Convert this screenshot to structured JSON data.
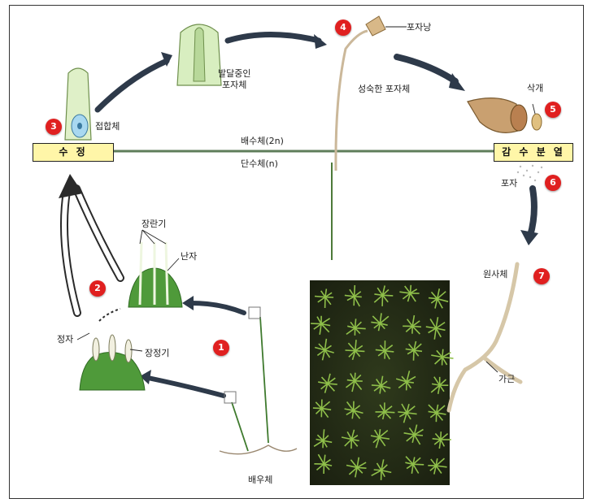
{
  "labels": {
    "fertilization": "수   정",
    "meiosis": "감 수 분 열",
    "diploid": "배수체(2n)",
    "haploid": "단수체(n)",
    "zygote": "접합체",
    "developing_sporophyte": "발달중인\n포자체",
    "capsule": "포자낭",
    "mature_sporophyte": "성숙한 포자체",
    "operculum": "삭개",
    "spore": "포자",
    "protonema": "원사체",
    "rhizoid": "가근",
    "archegonium": "장란기",
    "egg": "난자",
    "sperm": "정자",
    "antheridium": "장정기",
    "gametophyte": "배우체"
  },
  "steps": [
    "1",
    "2",
    "3",
    "4",
    "5",
    "6",
    "7"
  ],
  "colors": {
    "badge": "#e02020",
    "box": "#fff6a8",
    "arrow": "#2e3a4a",
    "line": "#5e7d5a"
  }
}
